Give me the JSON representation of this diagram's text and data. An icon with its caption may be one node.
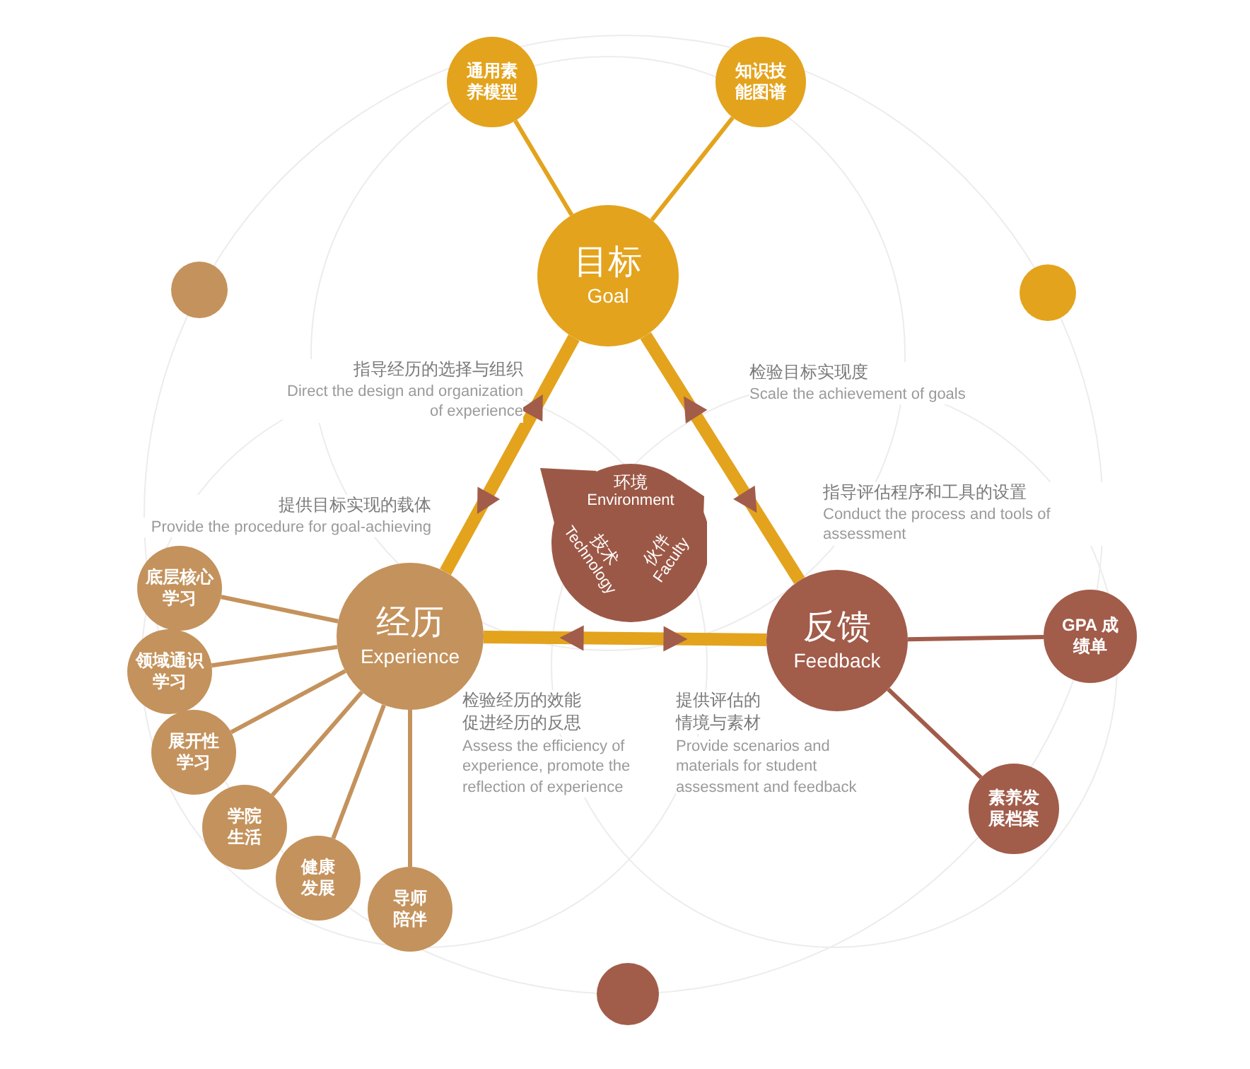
{
  "diagram": {
    "nodes": [
      {
        "text": [
          "目标",
          "Goal"
        ]
      },
      {
        "text": [
          "通用素养模型"
        ]
      },
      {
        "text": [
          "知识技能图谱"
        ]
      },
      {
        "text": [
          "经历",
          "Experience"
        ]
      },
      {
        "text": [
          "反馈",
          "Feedback"
        ]
      },
      {
        "text": [
          "环境",
          "Environment",
          "技术",
          "Technology",
          "伙伴",
          "Faculty"
        ]
      },
      {
        "text": [
          "底层核心学习"
        ]
      },
      {
        "text": [
          "领域通识学习"
        ]
      },
      {
        "text": [
          "展开性学习"
        ]
      },
      {
        "text": [
          "学院生活"
        ]
      },
      {
        "text": [
          "健康发展"
        ]
      },
      {
        "text": [
          "导师陪伴"
        ]
      },
      {
        "text": [
          "GPA 成绩单"
        ]
      },
      {
        "text": [
          "素养发展档案"
        ]
      },
      {
        "text": [],
        "shape": "circle"
      },
      {
        "text": [],
        "shape": "circle"
      },
      {
        "text": [],
        "shape": "circle"
      }
    ],
    "edges": [
      {
        "from": 0,
        "to": 1,
        "arrow": "none"
      },
      {
        "from": 0,
        "to": 2,
        "arrow": "none"
      },
      {
        "from": 0,
        "to": 3,
        "arrow": "both",
        "label": "指导经历的选择与组织",
        "style": "thick"
      },
      {
        "from": 0,
        "to": 4,
        "arrow": "both",
        "label": "检验目标实现度",
        "style": "thick"
      },
      {
        "from": 3,
        "to": 4,
        "arrow": "both",
        "label": "检验经历的效能促进经历的反思",
        "style": "thick"
      },
      {
        "from": 3,
        "to": 6,
        "arrow": "none",
        "color": "#c4925c"
      },
      {
        "from": 3,
        "to": 7,
        "arrow": "none",
        "color": "#c4925c"
      },
      {
        "from": 3,
        "to": 8,
        "arrow": "none",
        "color": "#c4925c"
      },
      {
        "from": 3,
        "to": 9,
        "arrow": "none",
        "color": "#c4925c"
      },
      {
        "from": 3,
        "to": 10,
        "arrow": "none",
        "color": "#c4925c"
      },
      {
        "from": 3,
        "to": 11,
        "arrow": "none",
        "color": "#c4925c"
      },
      {
        "from": 4,
        "to": 12,
        "arrow": "none",
        "color": "#a25c4a"
      },
      {
        "from": 4,
        "to": 13,
        "arrow": "none",
        "color": "#a25c4a"
      }
    ],
    "labels": [
      "Direct the design and organization of experience",
      "Scale the achievement of goals",
      "指导评估程序和工具的设置",
      "Conduct the process and tools of assessment",
      "提供目标实现的载体",
      "Provide the procedure for goal-achieving",
      "Assess the efficiency of experience, promote the reflection of experience",
      "提供评估的情境与素材",
      "Provide scenarios and materials for student assessment and feedback"
    ]
  }
}
